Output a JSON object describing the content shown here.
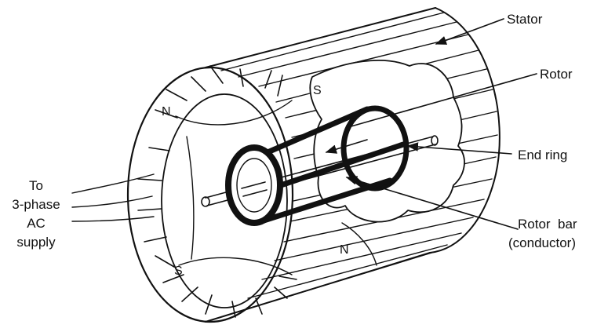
{
  "labels": {
    "stator": "Stator",
    "rotor": "Rotor",
    "end_ring": "End ring",
    "rotor_bar_line1": "Rotor  bar",
    "rotor_bar_line2": "(conductor)",
    "supply_line1": "To",
    "supply_line2": "3-phase",
    "supply_line3": "AC",
    "supply_line4": "supply"
  },
  "poles": {
    "top_left": "N",
    "top_right": "S",
    "bottom_left": "S",
    "bottom_right": "N"
  },
  "colors": {
    "ink": "#111111",
    "background": "#ffffff"
  }
}
